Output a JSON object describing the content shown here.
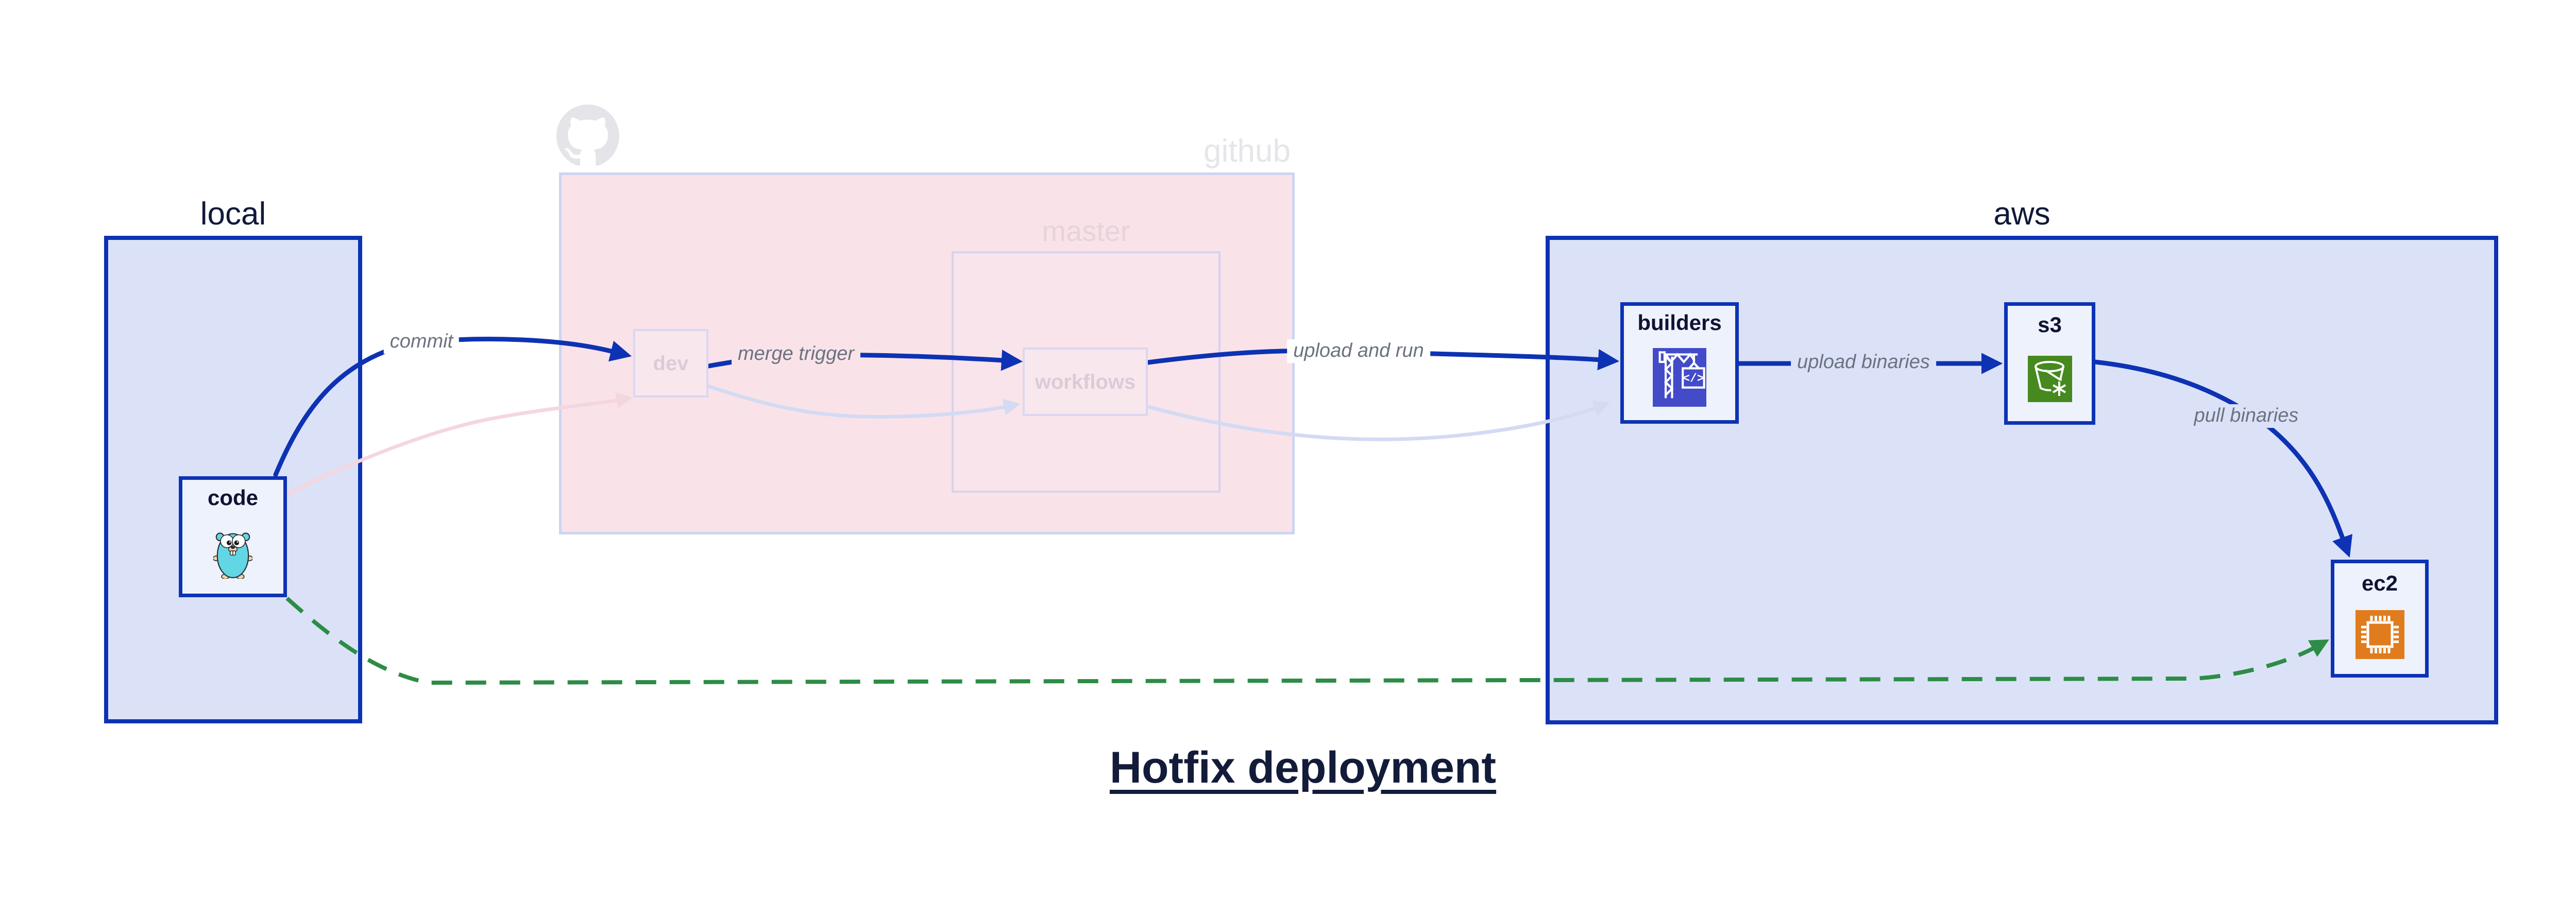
{
  "title": "Hotfix deployment",
  "containers": {
    "local": {
      "label": "local"
    },
    "github": {
      "label": "github"
    },
    "master": {
      "label": "master"
    },
    "aws": {
      "label": "aws"
    }
  },
  "nodes": {
    "code": {
      "label": "code",
      "icon": "go-gopher-icon"
    },
    "dev": {
      "label": "dev"
    },
    "workflows": {
      "label": "workflows"
    },
    "builders": {
      "label": "builders",
      "icon": "aws-codebuild-crane-icon"
    },
    "s3": {
      "label": "s3",
      "icon": "aws-s3-glacier-bucket-icon"
    },
    "ec2": {
      "label": "ec2",
      "icon": "aws-ec2-chip-icon"
    }
  },
  "edges": {
    "commit": {
      "label": "commit"
    },
    "merge_trigger": {
      "label": "merge trigger"
    },
    "upload_and_run": {
      "label": "upload and run"
    },
    "upload_binaries": {
      "label": "upload binaries"
    },
    "pull_binaries": {
      "label": "pull binaries"
    }
  },
  "colors": {
    "accent_blue": "#0d32b3",
    "container_fill": "#dbe2f8",
    "node_fill": "#eef2fc",
    "github_fill": "#f9e3e9",
    "faded_border": "#d8d2ee",
    "faded_edge_lavender": "#d4daf3",
    "faded_edge_pink": "#f4d7de",
    "green_dashed": "#2d8c46",
    "codebuild_indigo": "#434bc8",
    "s3_green": "#45891f",
    "ec2_orange": "#e07c1e",
    "gopher_teal": "#62d6e2",
    "octocat_gray": "#e4e4e9",
    "edge_label_gray": "#6b7380",
    "title_navy": "#131b3a"
  }
}
